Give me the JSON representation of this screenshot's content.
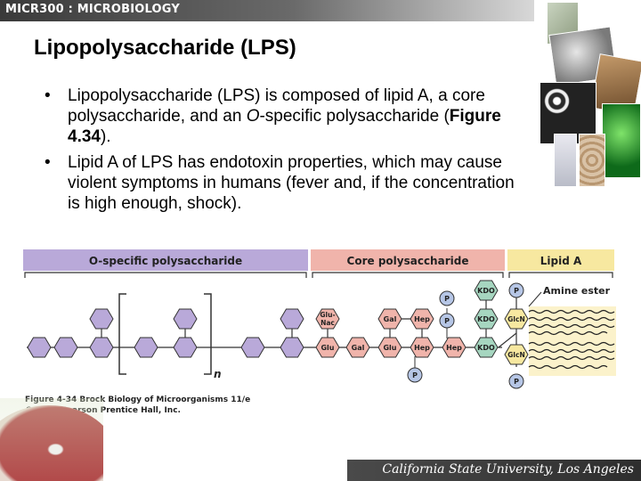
{
  "header": {
    "course": "MICR300 : MICROBIOLOGY"
  },
  "slide": {
    "title": "Lipopolysaccharide (LPS)",
    "bullets": [
      {
        "part1": "Lipopolysaccharide (LPS) is composed of lipid A, a core polysaccharide, and an ",
        "italic": "O",
        "part2": "-specific polysaccharide (",
        "bold": "Figure 4.34",
        "part3": ")."
      },
      {
        "text": "Lipid A of LPS has endotoxin properties, which may cause violent symptoms in humans (fever and, if the concentration is high enough, shock)."
      }
    ],
    "bullet_glyph": "•"
  },
  "figure": {
    "sections": {
      "o_specific": "O-specific polysaccharide",
      "core": "Core polysaccharide",
      "lipid_a": "Lipid A"
    },
    "repeat_label": "n",
    "amine_label": "Amine ester",
    "sugars": {
      "glu": "Glu",
      "gal": "Gal",
      "hep": "Hep",
      "glunac_top": "Glu-",
      "glunac_bottom": "Nac",
      "kdo": "KDO",
      "glcn": "GlcN",
      "p": "P"
    },
    "caption_line1": "Figure 4-34  Brock Biology of Microorganisms 11/e",
    "caption_line2": "© 2006 Pearson Prentice Hall, Inc.",
    "colors": {
      "o_header": "#b9a9d9",
      "core_header": "#f0b4ab",
      "lipid_header": "#f7e8a0",
      "o_hex": "#b9a9d9",
      "core_hex": "#f0b4ab",
      "kdo_hex": "#a6d6c0",
      "glcn_hex": "#f7e8a0",
      "p_circle": "#b6c6e6"
    }
  },
  "footer": {
    "institution": "California State University, Los Angeles"
  }
}
